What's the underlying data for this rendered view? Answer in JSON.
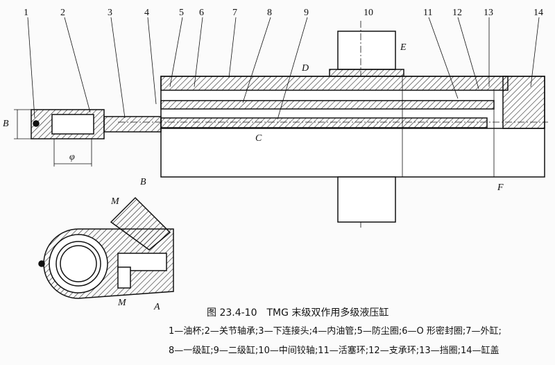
{
  "figure": {
    "title": "图 23.4-10　TMG 末级双作用多级液压缸",
    "legend_line1": "1—油杯;2—关节轴承;3—下连接头;4—内油管;5—防尘圈;6—O 形密封圈;7—外缸;",
    "legend_line2": "8—一级缸;9—二级缸;10—中间铰轴;11—活塞环;12—支承环;13—挡圈;14—缸盖"
  },
  "part_numbers": [
    "1",
    "2",
    "3",
    "4",
    "5",
    "6",
    "7",
    "8",
    "9",
    "10",
    "11",
    "12",
    "13",
    "14"
  ],
  "letters": {
    "B_side": "B",
    "phi": "φ",
    "D": "D",
    "E": "E",
    "C": "C",
    "F": "F",
    "B_detail": "B",
    "M_top": "M",
    "M_bottom": "M",
    "A": "A"
  }
}
